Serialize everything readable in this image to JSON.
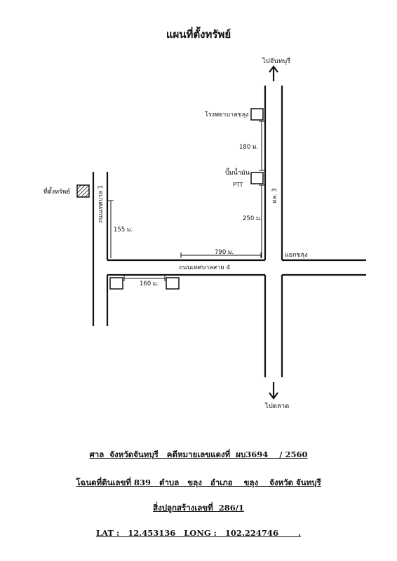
{
  "title": "แผนที่ตั้งทรัพย์",
  "labels": {
    "to_chanthaburi": "ไปจันทบุรี",
    "to_market": "ไปตลาด",
    "hospital": "โรงพยาบาลขลุง",
    "gas_station": "ปั๊มน้ำมัน",
    "ptt": "PTT",
    "property": "ที่ตั้งทรัพย์",
    "road_municipal_1": "ถนนเทศบาล 1",
    "road_municipal_4": "ถนนเทศบาลสาย 4",
    "highway_3": "ทล. 3",
    "khlung_junction": "แยกขลุง"
  },
  "distances": {
    "hospital_to_gas": "180 ม.",
    "gas_to_junction": "250 ม.",
    "along_road_4": "790 ม.",
    "property_to_road_4": "155 ม.",
    "between_buildings": "160 ม."
  },
  "footer": {
    "line1": "ศาล  จังหวัดจันทบุรี   คดีหมายเลขแดงที่  ผบ3694    / 2560",
    "line2": "โฉนดที่ดินเลขที่ 839   ตำบล   ขลุง   อำเภอ    ขลุง    จังหวัด จันทบุรี",
    "line3": "สิ่งปลูกสร้างเลขที่  286/1",
    "line4": "LAT :   12.453136   LONG :   102.224746       ."
  }
}
